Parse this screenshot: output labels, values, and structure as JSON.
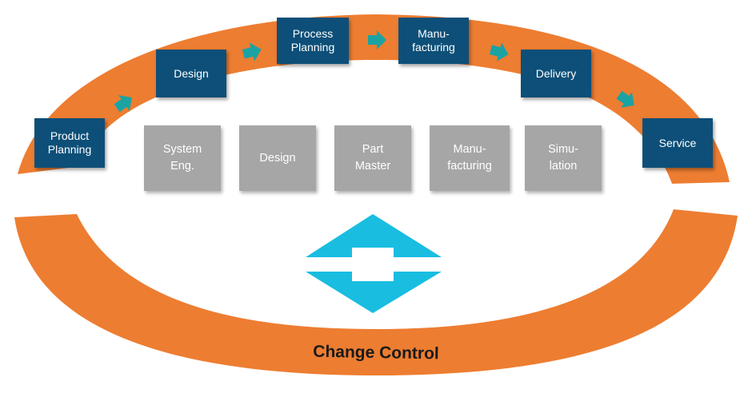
{
  "colors": {
    "orange_arc": "#ed7d31",
    "stage_box": "#0d4f78",
    "area_box": "#a6a6a6",
    "chevron": "#1ba3a3",
    "double_arrow": "#19bde0"
  },
  "stages": [
    {
      "label": "Product\nPlanning"
    },
    {
      "label": "Design"
    },
    {
      "label": "Process\nPlanning"
    },
    {
      "label": "Manu-\nfacturing"
    },
    {
      "label": "Delivery"
    },
    {
      "label": "Service"
    }
  ],
  "areas": [
    {
      "label": "System\nEng."
    },
    {
      "label": "Design"
    },
    {
      "label": "Part\nMaster"
    },
    {
      "label": "Manu-\nfacturing"
    },
    {
      "label": "Simu-\nlation"
    }
  ],
  "change_control": {
    "label": "Change Control"
  },
  "icons": {
    "flow": "chevron-right-icon",
    "sync": "double-arrow-icon"
  }
}
